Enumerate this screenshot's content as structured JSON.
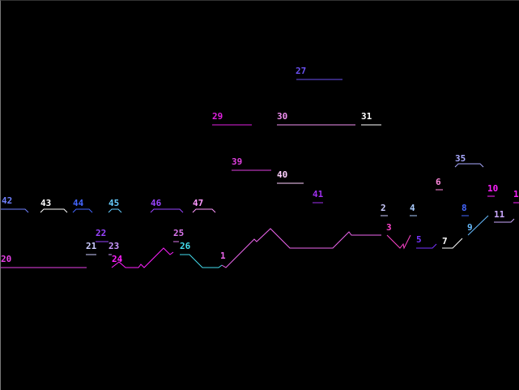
{
  "platforms": [
    {
      "label": "27",
      "color": "#6a50f0"
    },
    {
      "label": "29",
      "color": "#e020e0"
    },
    {
      "label": "30",
      "color": "#f090f0"
    },
    {
      "label": "31",
      "color": "#ffffff"
    },
    {
      "label": "39",
      "color": "#e040e0"
    },
    {
      "label": "40",
      "color": "#ffd0ff"
    },
    {
      "label": "41",
      "color": "#a030f0"
    },
    {
      "label": "42",
      "color": "#7080ff"
    },
    {
      "label": "43",
      "color": "#ffffff"
    },
    {
      "label": "44",
      "color": "#4466ff"
    },
    {
      "label": "45",
      "color": "#66ccff"
    },
    {
      "label": "46",
      "color": "#9944ff"
    },
    {
      "label": "47",
      "color": "#ff99ff"
    },
    {
      "label": "20",
      "color": "#e840e8"
    },
    {
      "label": "21",
      "color": "#ccccff"
    },
    {
      "label": "22",
      "color": "#9944ff"
    },
    {
      "label": "23",
      "color": "#cc99ff"
    },
    {
      "label": "24",
      "color": "#ff20ff"
    },
    {
      "label": "25",
      "color": "#dd77ee"
    },
    {
      "label": "26",
      "color": "#44ddee"
    },
    {
      "label": "1",
      "color": "#ee66ee"
    },
    {
      "label": "2",
      "color": "#ccccff"
    },
    {
      "label": "3",
      "color": "#ff44cc"
    },
    {
      "label": "4",
      "color": "#aaccff"
    },
    {
      "label": "5",
      "color": "#7733ff"
    },
    {
      "label": "6",
      "color": "#ff88dd"
    },
    {
      "label": "7",
      "color": "#ffffff"
    },
    {
      "label": "8",
      "color": "#4466ff"
    },
    {
      "label": "9",
      "color": "#66bbff"
    },
    {
      "label": "10",
      "color": "#ff20ff"
    },
    {
      "label": "11",
      "color": "#ccaaff"
    },
    {
      "label": "1",
      "color": "#ff20ff"
    },
    {
      "label": "35",
      "color": "#aaaaff"
    }
  ]
}
